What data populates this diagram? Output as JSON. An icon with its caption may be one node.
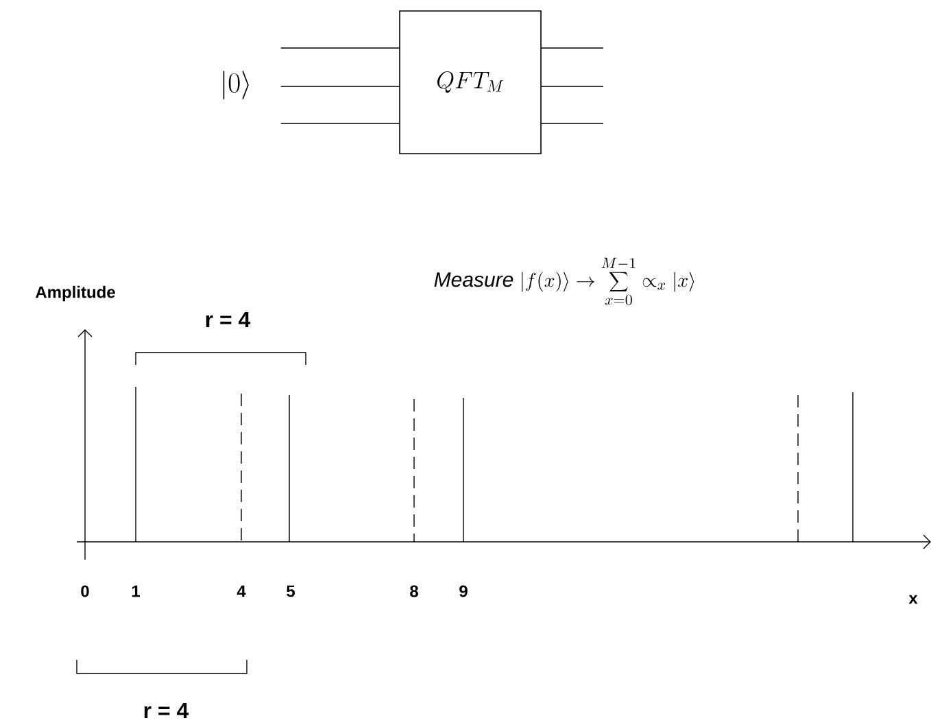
{
  "diagram": {
    "nodes": [
      {
        "text": [
          "|0\\rangle"
        ]
      },
      {
        "text": [
          "QFT_M"
        ]
      }
    ],
    "edges": [
      {
        "from": 0,
        "to": 1,
        "arrow": "none"
      },
      {
        "from": 0,
        "to": 1,
        "arrow": "none"
      },
      {
        "from": 0,
        "to": 1,
        "arrow": "none"
      },
      {
        "from": 1,
        "to": null,
        "arrow": "none"
      },
      {
        "from": 1,
        "to": null,
        "arrow": "none"
      },
      {
        "from": 1,
        "to": null,
        "arrow": "none"
      }
    ],
    "labels": [
      "\\mathit{Measure}\\ |f(x)\\rangle \\rightarrow \\sum_{x=0}^{M-1} \\propto_x |x\\rangle",
      "Amplitude",
      "r = 4",
      "0",
      "1",
      "4",
      "5",
      "8",
      "9",
      "x",
      "r = 4"
    ]
  }
}
